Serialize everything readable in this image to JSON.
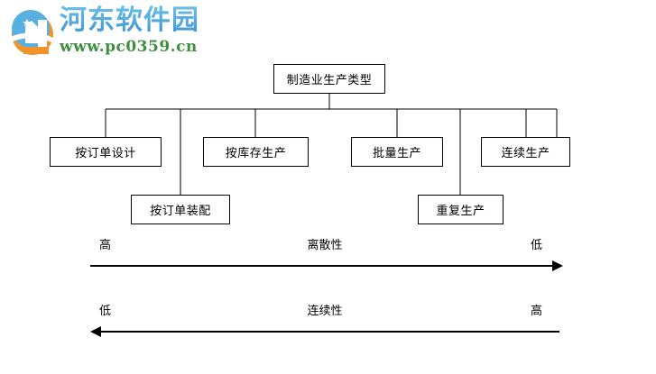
{
  "watermark": {
    "brand_name": "河东软件园",
    "brand_url": "www.pc0359.cn",
    "brand_color": "#4aa3dd",
    "url_color": "#3f8f3f",
    "logo_blue": "#4aa3dd",
    "logo_orange": "#f0932b"
  },
  "diagram": {
    "type": "hierarchy-tree",
    "root": {
      "label": "制造业生产类型"
    },
    "level2": [
      {
        "label": "按订单设计"
      },
      {
        "label": "按库存生产"
      },
      {
        "label": "批量生产"
      },
      {
        "label": "连续生产"
      }
    ],
    "level3": [
      {
        "label": "按订单装配"
      },
      {
        "label": "重复生产"
      }
    ],
    "axes": [
      {
        "name": "discreteness-axis",
        "left_label": "高",
        "center_label": "离散性",
        "right_label": "低",
        "direction": "right"
      },
      {
        "name": "continuity-axis",
        "left_label": "低",
        "center_label": "连续性",
        "right_label": "高",
        "direction": "left"
      }
    ]
  }
}
